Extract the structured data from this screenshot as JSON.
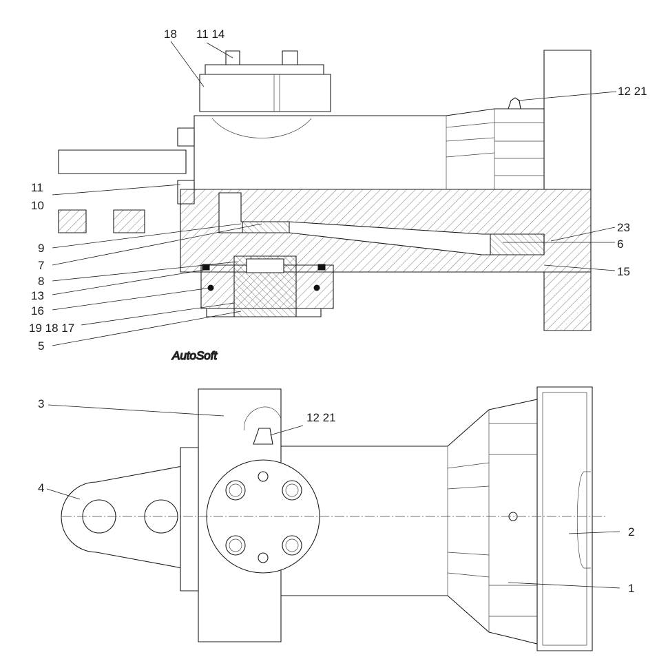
{
  "callouts_top": {
    "c18a": "18",
    "c1114": "11 14",
    "c1221a": "12 21",
    "c11": "11",
    "c10": "10",
    "c9": "9",
    "c7": "7",
    "c8": "8",
    "c13": "13",
    "c16": "16",
    "c191817": "19 18 17",
    "c5": "5",
    "c23": "23",
    "c6": "6",
    "c15": "15"
  },
  "callouts_bottom": {
    "c3": "3",
    "c1221b": "12 21",
    "c4": "4",
    "c2": "2",
    "c1": "1"
  },
  "watermark": "AutoSoft"
}
